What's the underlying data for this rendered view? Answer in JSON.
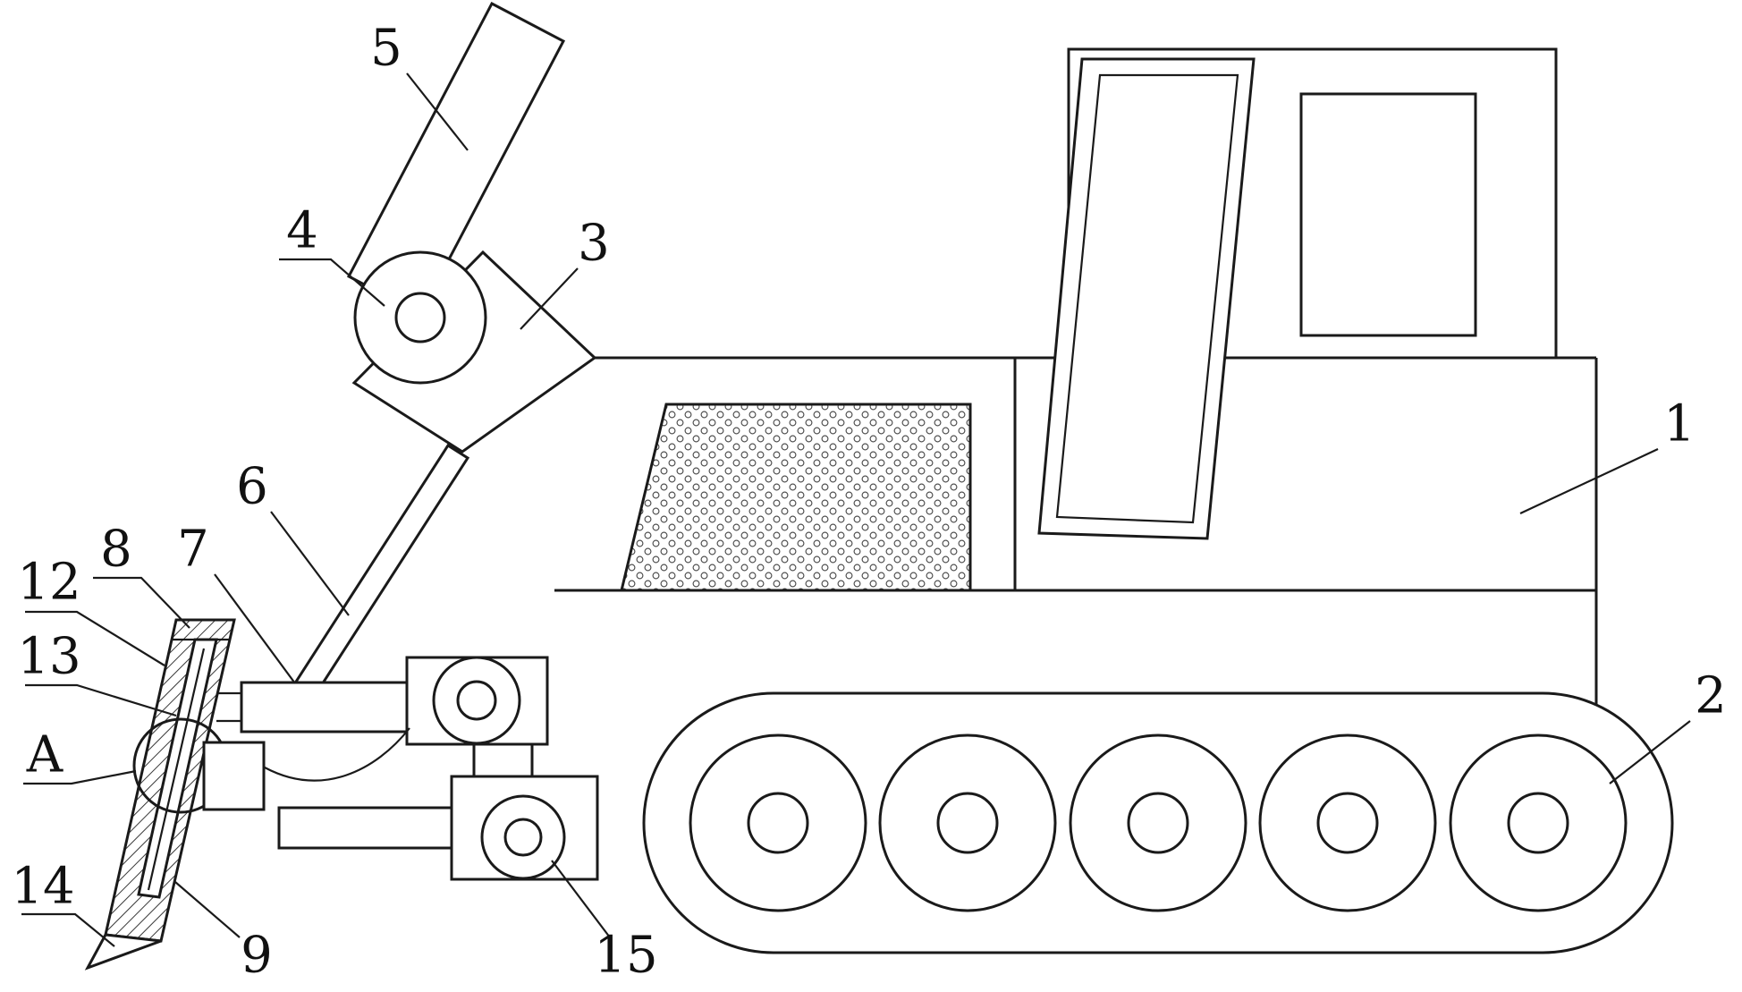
{
  "figure": {
    "kind": "patent-line-drawing",
    "description": "Side elevation view of a tracked bulldozer with front dozer blade, boom arm, hydraulic cylinder and linkage joints, annotated with numbered reference labels",
    "colors": {
      "line": "#1a1a1a",
      "background": "#ffffff"
    }
  },
  "labels": [
    {
      "ref": "vehicle-body",
      "text": "1"
    },
    {
      "ref": "crawler-track",
      "text": "2"
    },
    {
      "ref": "arm-bracket",
      "text": "3"
    },
    {
      "ref": "pivot-joint",
      "text": "4"
    },
    {
      "ref": "boom-arm",
      "text": "5"
    },
    {
      "ref": "hydraulic-cylinder",
      "text": "6"
    },
    {
      "ref": "actuator-block",
      "text": "7"
    },
    {
      "ref": "blade-top-cap",
      "text": "8"
    },
    {
      "ref": "blade-lower-plate",
      "text": "9"
    },
    {
      "ref": "blade-outer-shell",
      "text": "12"
    },
    {
      "ref": "blade-inner-plate",
      "text": "13"
    },
    {
      "ref": "blade-cutting-tip",
      "text": "14"
    },
    {
      "ref": "lower-link-joint",
      "text": "15"
    },
    {
      "ref": "pivot-detail-a",
      "text": "A"
    }
  ]
}
